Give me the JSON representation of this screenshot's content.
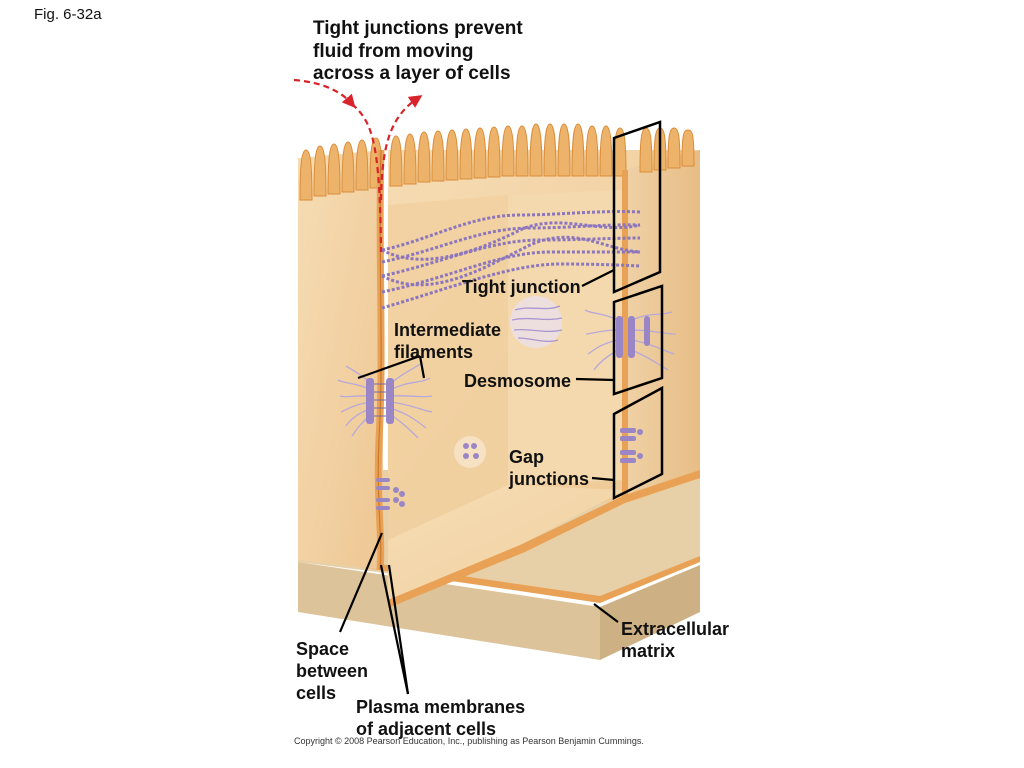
{
  "figure": {
    "label": "Fig. 6-32a",
    "title_lines": [
      "Tight junctions prevent",
      "fluid from moving",
      "across a layer of cells"
    ],
    "copyright": "Copyright © 2008 Pearson Education, Inc., publishing as Pearson Benjamin Cummings."
  },
  "labels": {
    "tight_junction": "Tight junction",
    "intermediate_filaments": [
      "Intermediate",
      "filaments"
    ],
    "desmosome": "Desmosome",
    "gap_junctions": [
      "Gap",
      "junctions"
    ],
    "extracellular_matrix": [
      "Extracellular",
      "matrix"
    ],
    "space_between_cells": [
      "Space",
      "between",
      "cells"
    ],
    "plasma_membranes": [
      "Plasma membranes",
      "of adjacent cells"
    ]
  },
  "colors": {
    "cell_body": "#f3d3a6",
    "cell_membrane": "#e9a255",
    "matrix": "#e0c9a2",
    "protein": "#9a86c4",
    "fluid_arrow": "#d8232a"
  }
}
